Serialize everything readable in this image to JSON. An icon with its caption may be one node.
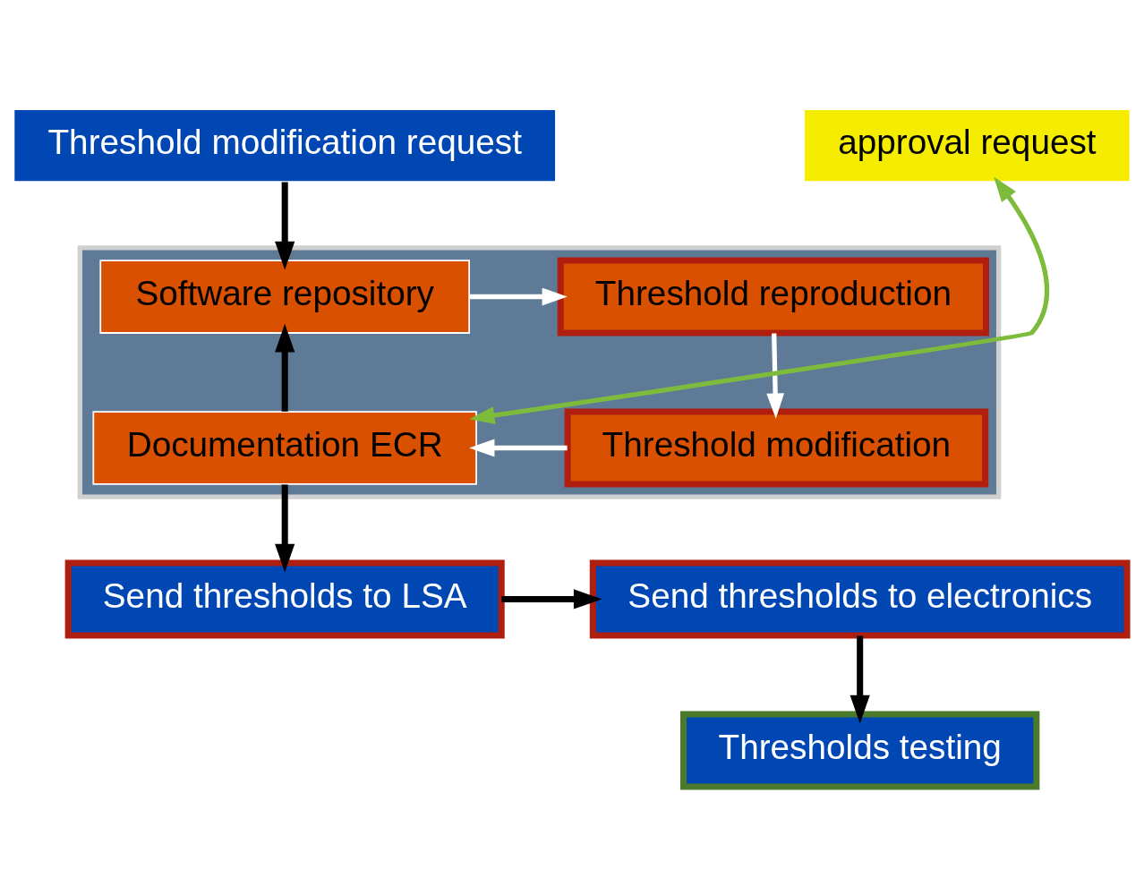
{
  "diagram": {
    "nodes": [
      {
        "text": [
          "Threshold modification request"
        ]
      },
      {
        "text": [],
        "shape": "box"
      },
      {
        "text": [
          "Software repository"
        ],
        "in": 1
      },
      {
        "text": [
          "Threshold reproduction"
        ],
        "in": 1
      },
      {
        "text": [
          "Documentation ECR"
        ],
        "in": 1
      },
      {
        "text": [
          "Threshold modification"
        ],
        "in": 1
      },
      {
        "text": [
          "approval request"
        ]
      },
      {
        "text": [
          "Send thresholds to LSA"
        ]
      },
      {
        "text": [
          "Send thresholds to electronics"
        ]
      },
      {
        "text": [
          "Thresholds testing"
        ]
      }
    ],
    "edges": [
      {
        "from": 0,
        "to": 2,
        "arrow": "to"
      },
      {
        "from": 2,
        "to": 3,
        "arrow": "to",
        "color": "#ffffff"
      },
      {
        "from": 3,
        "to": 5,
        "arrow": "to",
        "color": "#ffffff"
      },
      {
        "from": 5,
        "to": 4,
        "arrow": "to",
        "color": "#ffffff"
      },
      {
        "from": 4,
        "to": 2,
        "arrow": "to"
      },
      {
        "from": 6,
        "to": 4,
        "arrow": "both",
        "color": "#7dbb3c"
      },
      {
        "from": 4,
        "to": 7,
        "arrow": "to"
      },
      {
        "from": 7,
        "to": 8,
        "arrow": "to"
      },
      {
        "from": 8,
        "to": 9,
        "arrow": "to"
      }
    ]
  }
}
